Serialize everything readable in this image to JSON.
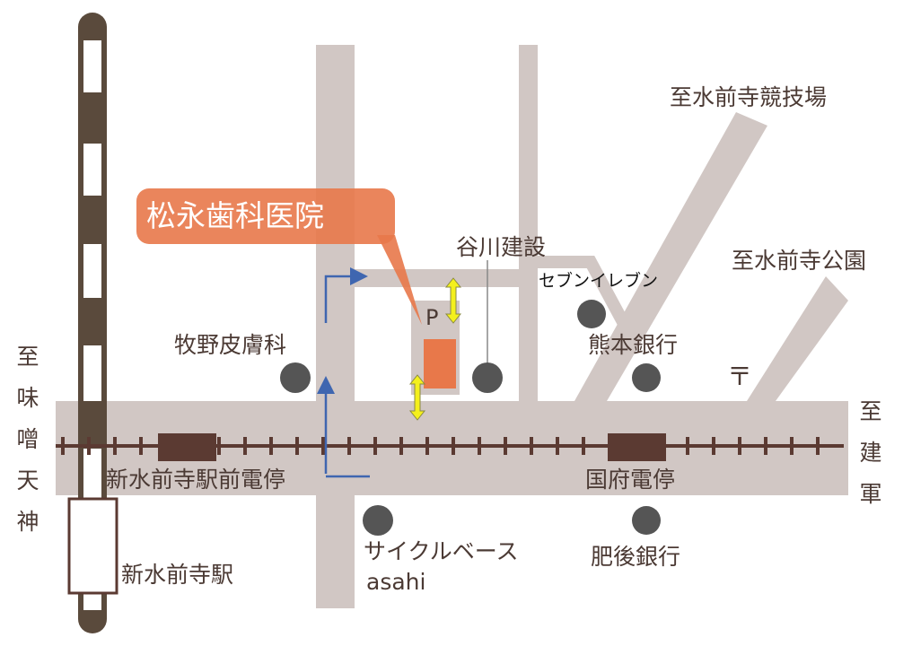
{
  "colors": {
    "road": "#d1c7c4",
    "tram": "#5b3a32",
    "rail": "#5a4a3c",
    "accent": "#e8784a",
    "text": "#4b3a34",
    "arrow_blue": "#3f66b0",
    "arrow_yellow": "#f4f01c",
    "dot": "#555555"
  },
  "clinic": {
    "name": "松永歯科医院",
    "parking": "P"
  },
  "directions": {
    "left": "至味噌天神",
    "right": "至建軍",
    "top_right_1": "至水前寺競技場",
    "top_right_2": "至水前寺公園"
  },
  "landmarks": {
    "tanigawa": "谷川建設",
    "seven_eleven": "セブンイレブン",
    "makino": "牧野皮膚科",
    "kumamoto_bank": "熊本銀行",
    "post_office": "〒",
    "cycle_base_1": "サイクルベース",
    "cycle_base_2": "asahi",
    "higo_bank": "肥後銀行"
  },
  "stations": {
    "tram_stop_1": "新水前寺駅前電停",
    "tram_stop_2": "国府電停",
    "jr_station": "新水前寺駅"
  }
}
